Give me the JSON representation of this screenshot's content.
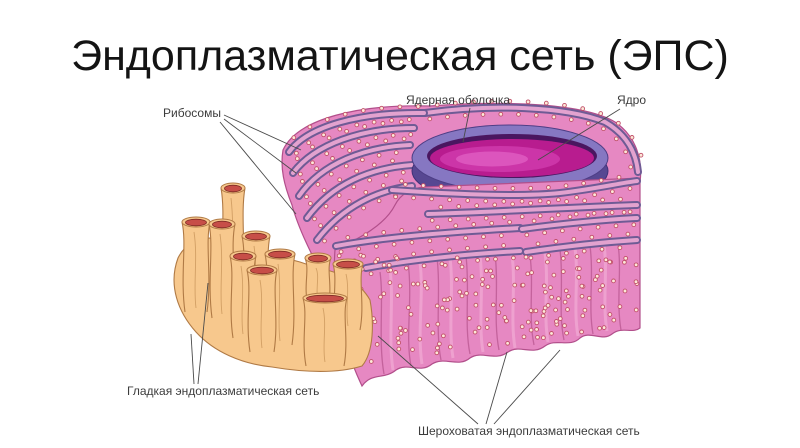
{
  "title": "Эндоплазматическая сеть (ЭПС)",
  "labels": {
    "ribosomes": "Рибосомы",
    "nuclear_envelope": "Ядерная оболочка",
    "nucleus": "Ядро",
    "smooth_er": "Гладкая эндоплазматическая сеть",
    "rough_er": "Шероховатая эндоплазматическая сеть"
  },
  "colors": {
    "rough_er": "#e688c2",
    "smooth_er": "#f7c88d",
    "nuclear_envelope": "#8677c2",
    "nucleus": "#b81c8f",
    "ribosome": "#c0506a"
  }
}
